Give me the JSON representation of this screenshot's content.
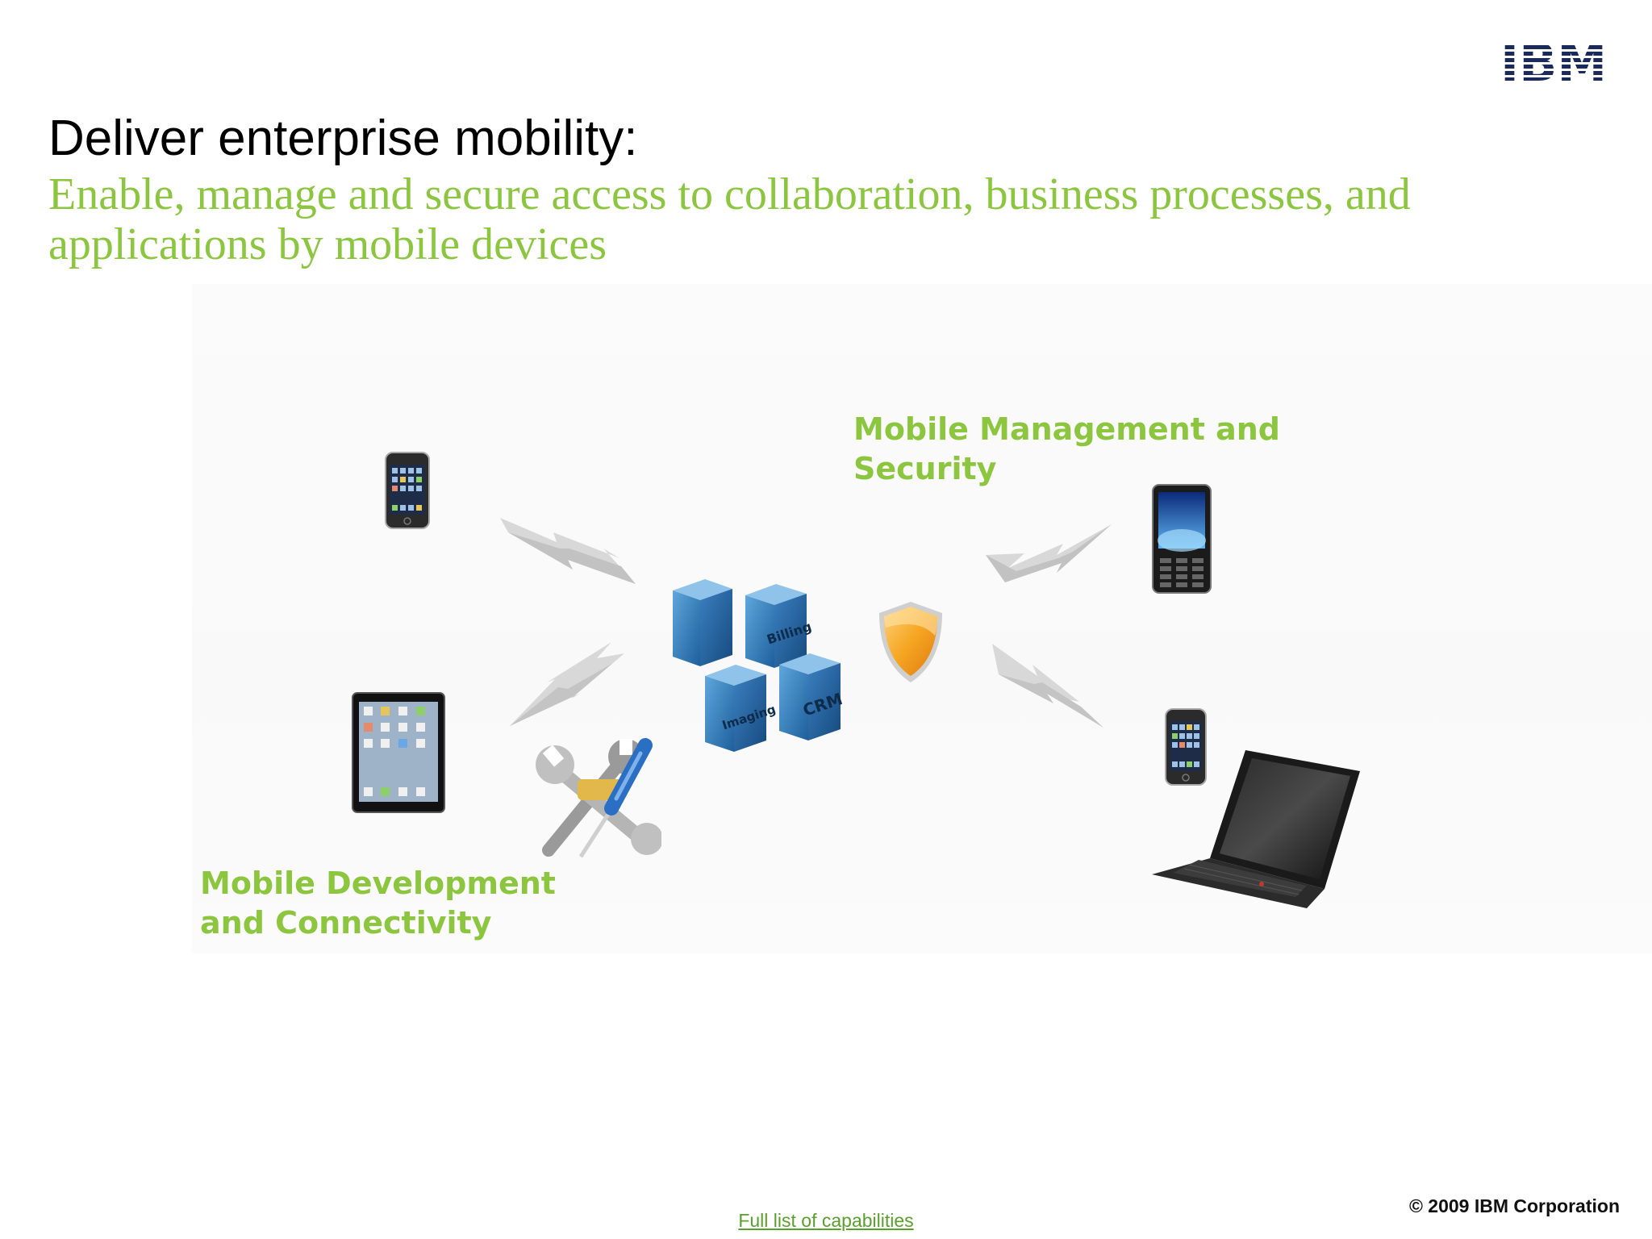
{
  "header": {
    "logo_text": "IBM",
    "title": "Deliver enterprise mobility:",
    "subtitle": "Enable, manage and secure access to collaboration, business processes, and applications by mobile devices"
  },
  "diagram": {
    "management_label": "Mobile Management and Security",
    "development_label": "Mobile Development and Connectivity",
    "server_labels": [
      "",
      "Billing",
      "Imaging",
      "CRM"
    ],
    "icons": [
      "smartphone-icon",
      "tablet-icon",
      "feature-phone-icon",
      "smartphone-icon",
      "laptop-icon",
      "server-cubes-icon",
      "shield-icon",
      "tools-icon",
      "lightning-bolt-icon"
    ]
  },
  "footer": {
    "link_label": "Full list of capabilities",
    "copyright": "© 2009 IBM Corporation"
  },
  "colors": {
    "accent_green": "#8cc63f",
    "server_blue": "#3a86c2",
    "shield_orange": "#f5a623"
  }
}
